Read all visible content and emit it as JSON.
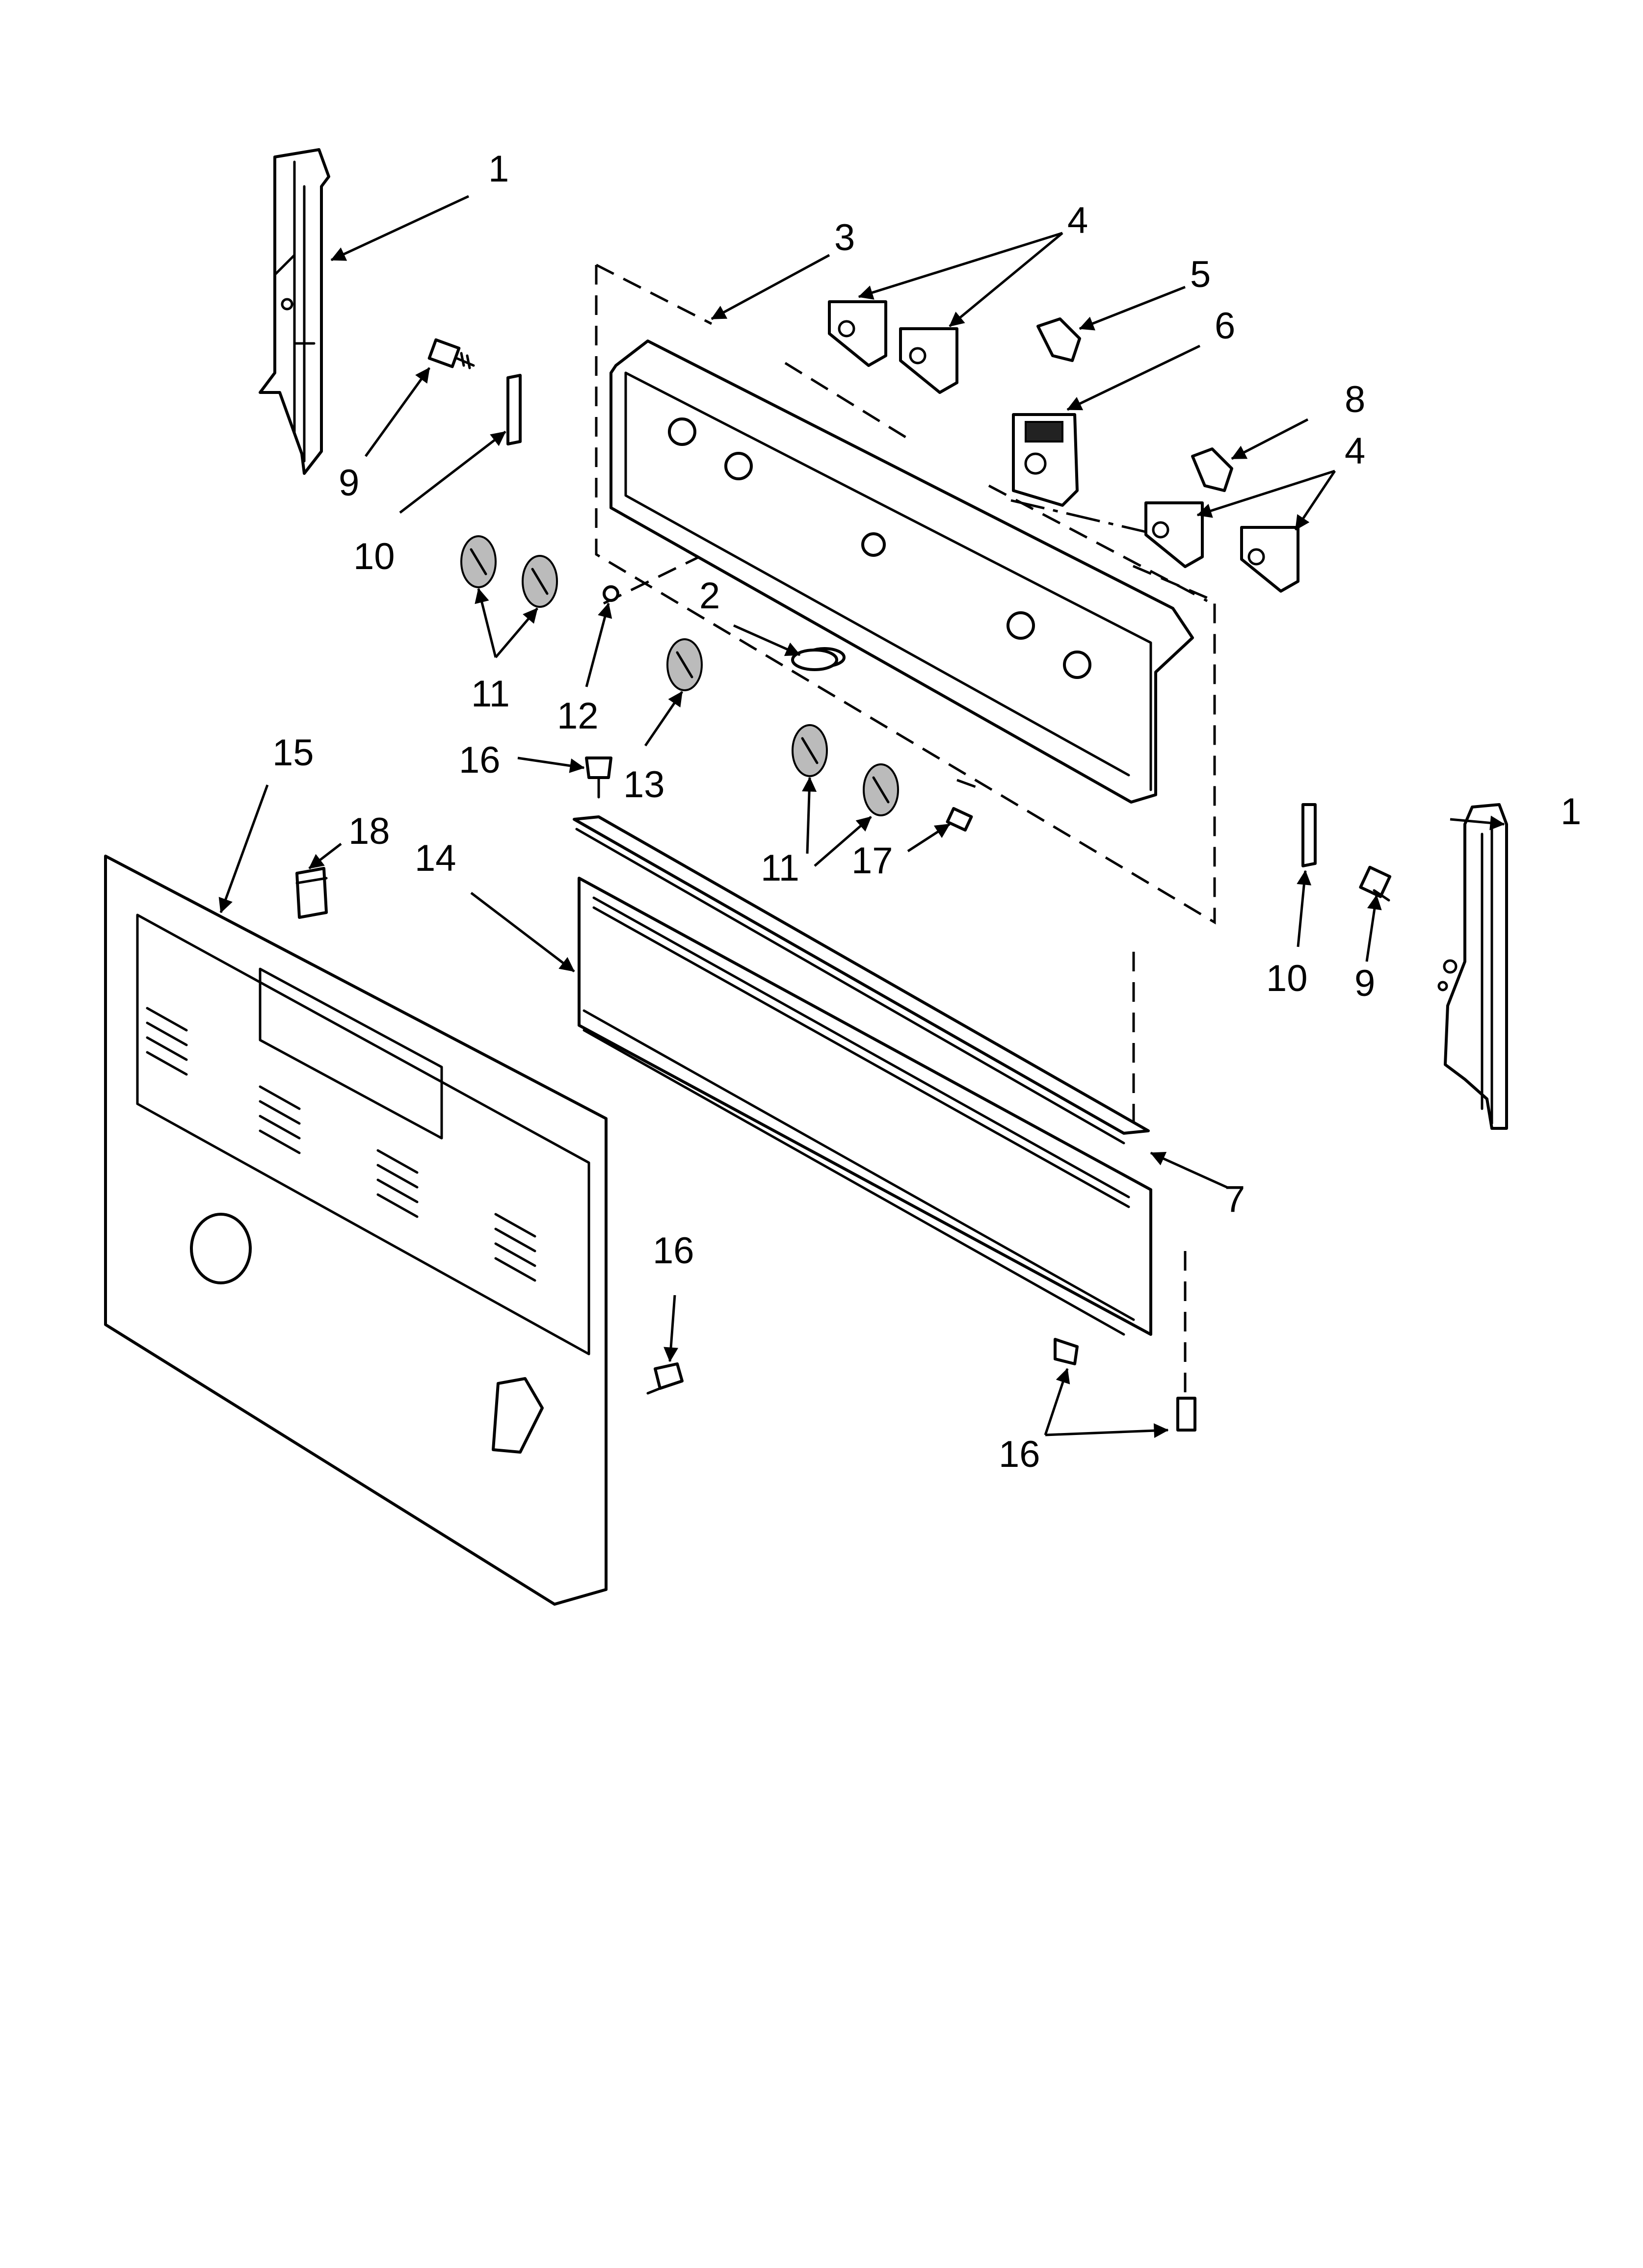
{
  "callouts": [
    {
      "id": "c1a",
      "label": "1"
    },
    {
      "id": "c1b",
      "label": "1"
    },
    {
      "id": "c2",
      "label": "2"
    },
    {
      "id": "c3",
      "label": "3"
    },
    {
      "id": "c4a",
      "label": "4"
    },
    {
      "id": "c4b",
      "label": "4"
    },
    {
      "id": "c5",
      "label": "5"
    },
    {
      "id": "c6",
      "label": "6"
    },
    {
      "id": "c7",
      "label": "7"
    },
    {
      "id": "c8",
      "label": "8"
    },
    {
      "id": "c9a",
      "label": "9"
    },
    {
      "id": "c9b",
      "label": "9"
    },
    {
      "id": "c10a",
      "label": "10"
    },
    {
      "id": "c10b",
      "label": "10"
    },
    {
      "id": "c11a",
      "label": "11"
    },
    {
      "id": "c11b",
      "label": "11"
    },
    {
      "id": "c12",
      "label": "12"
    },
    {
      "id": "c13",
      "label": "13"
    },
    {
      "id": "c14",
      "label": "14"
    },
    {
      "id": "c15",
      "label": "15"
    },
    {
      "id": "c16a",
      "label": "16"
    },
    {
      "id": "c16b",
      "label": "16"
    },
    {
      "id": "c16c",
      "label": "16"
    },
    {
      "id": "c17",
      "label": "17"
    },
    {
      "id": "c18",
      "label": "18"
    }
  ],
  "colors": {
    "line": "#000000",
    "background": "#ffffff"
  }
}
